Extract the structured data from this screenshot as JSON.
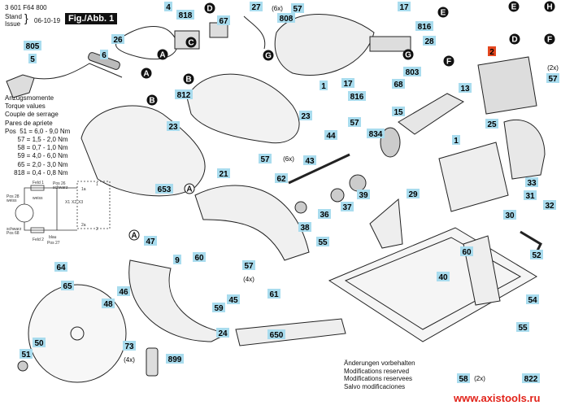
{
  "header": {
    "part_number": "3 601 F64 800",
    "stand_label": "Stand",
    "issue_label": "Issue",
    "date": "06-10-19",
    "figure": "Fig./Abb. 1"
  },
  "torque": {
    "lines": [
      "Anzugsmomente",
      "Torque values",
      "Couple de serrage",
      "Pares de apriete",
      "Pos  51 = 6,0 - 9,0 Nm",
      "       57 = 1,5 - 2,0 Nm",
      "       58 = 0,7 - 1,0 Nm",
      "       59 = 4,0 - 6,0 Nm",
      "       65 = 2,0 - 3,0 Nm",
      "     818 = 0,4 - 0,8 Nm"
    ]
  },
  "wiring": {
    "labels": [
      "Feld 1",
      "Pos 26",
      "schwarz",
      "Pos 28",
      "weiss",
      "weiss",
      "schwarz",
      "Pos 68",
      "Feld 2",
      "blau",
      "Pos 27",
      "1",
      "1a",
      "2",
      "2a",
      "X1",
      "X2",
      "X3"
    ]
  },
  "notes": [
    "Änderungen vorbehalten",
    "Modifications reserved",
    "Modifications reservees",
    "Salvo modificaciones"
  ],
  "watermark": "www.axistools.ru",
  "colors": {
    "callout_fill": "#a9dcee",
    "highlight_fill": "#e4471f",
    "watermark": "#e2231a",
    "line": "#222222"
  },
  "callouts": [
    "26",
    "4",
    "818",
    "67",
    "27",
    "808",
    "57",
    "17",
    "816",
    "28",
    "805",
    "5",
    "6",
    "1",
    "17",
    "68",
    "816",
    "803",
    "2",
    "57",
    "13",
    "15",
    "812",
    "23",
    "23",
    "834",
    "57",
    "25",
    "44",
    "1",
    "57",
    "43",
    "62",
    "21",
    "653",
    "33",
    "29",
    "39",
    "37",
    "36",
    "38",
    "31",
    "32",
    "30",
    "47",
    "55",
    "60",
    "9",
    "60",
    "52",
    "64",
    "57",
    "40",
    "65",
    "46",
    "61",
    "45",
    "59",
    "54",
    "48",
    "24",
    "650",
    "55",
    "50",
    "73",
    "899",
    "51",
    "58",
    "822"
  ],
  "quantities": [
    "(6x)",
    "(2x)",
    "(6x)",
    "(4x)",
    "(4x)",
    "(2x)"
  ],
  "letters": [
    "D",
    "E",
    "E",
    "H",
    "D",
    "F",
    "C",
    "A",
    "G",
    "G",
    "F",
    "A",
    "B",
    "B",
    "A",
    "A"
  ]
}
